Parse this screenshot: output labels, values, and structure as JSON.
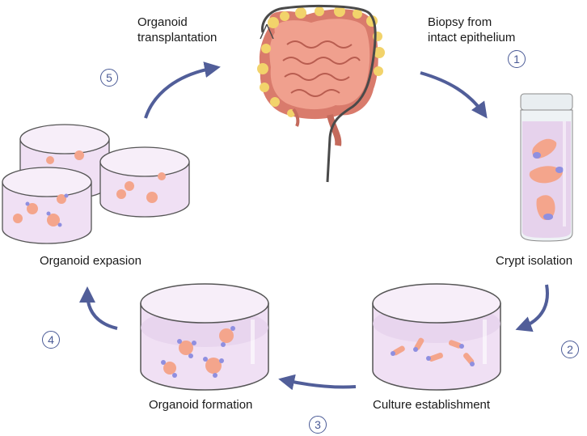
{
  "labels": {
    "transplantation": [
      "Organoid",
      "transplantation"
    ],
    "biopsy": [
      "Biopsy from",
      "intact epithelium"
    ],
    "crypt_isolation": "Crypt isolation",
    "culture_establishment": "Culture establishment",
    "organoid_formation": "Organoid formation",
    "organoid_expansion": "Organoid expasion"
  },
  "steps": [
    "1",
    "2",
    "3",
    "4",
    "5"
  ],
  "colors": {
    "arrow": "#3f4d8f",
    "medium": "#e6d2ec",
    "dish_edge": "#555555",
    "organoid": "#f4a58c",
    "organoid_tip": "#8f8fe0",
    "colon": "#d97b6c",
    "fat": "#f2d36b"
  }
}
